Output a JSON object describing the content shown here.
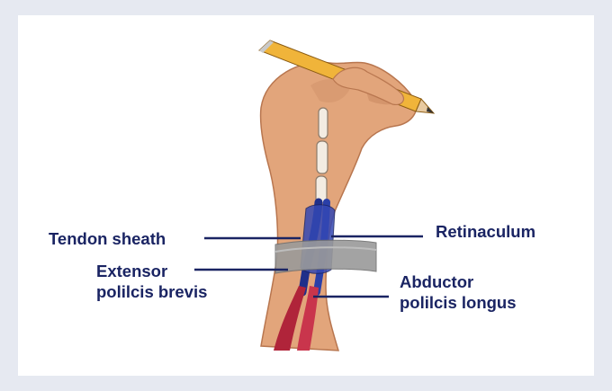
{
  "labels": {
    "tendon_sheath": "Tendon sheath",
    "extensor": [
      "Extensor",
      "polilcis brevis"
    ],
    "retinaculum": "Retinaculum",
    "abductor": [
      "Abductor",
      "polilcis longus"
    ]
  },
  "colors": {
    "background": "#e6e9f1",
    "card": "#ffffff",
    "label_text": "#1a2463",
    "leader_line": "#1a2463",
    "skin": "#e2a57b",
    "tendon": "#1f2f8a",
    "retinaculum": "#9a9a9a",
    "muscle": "#b0243a",
    "pencil": "#f0b43a"
  }
}
